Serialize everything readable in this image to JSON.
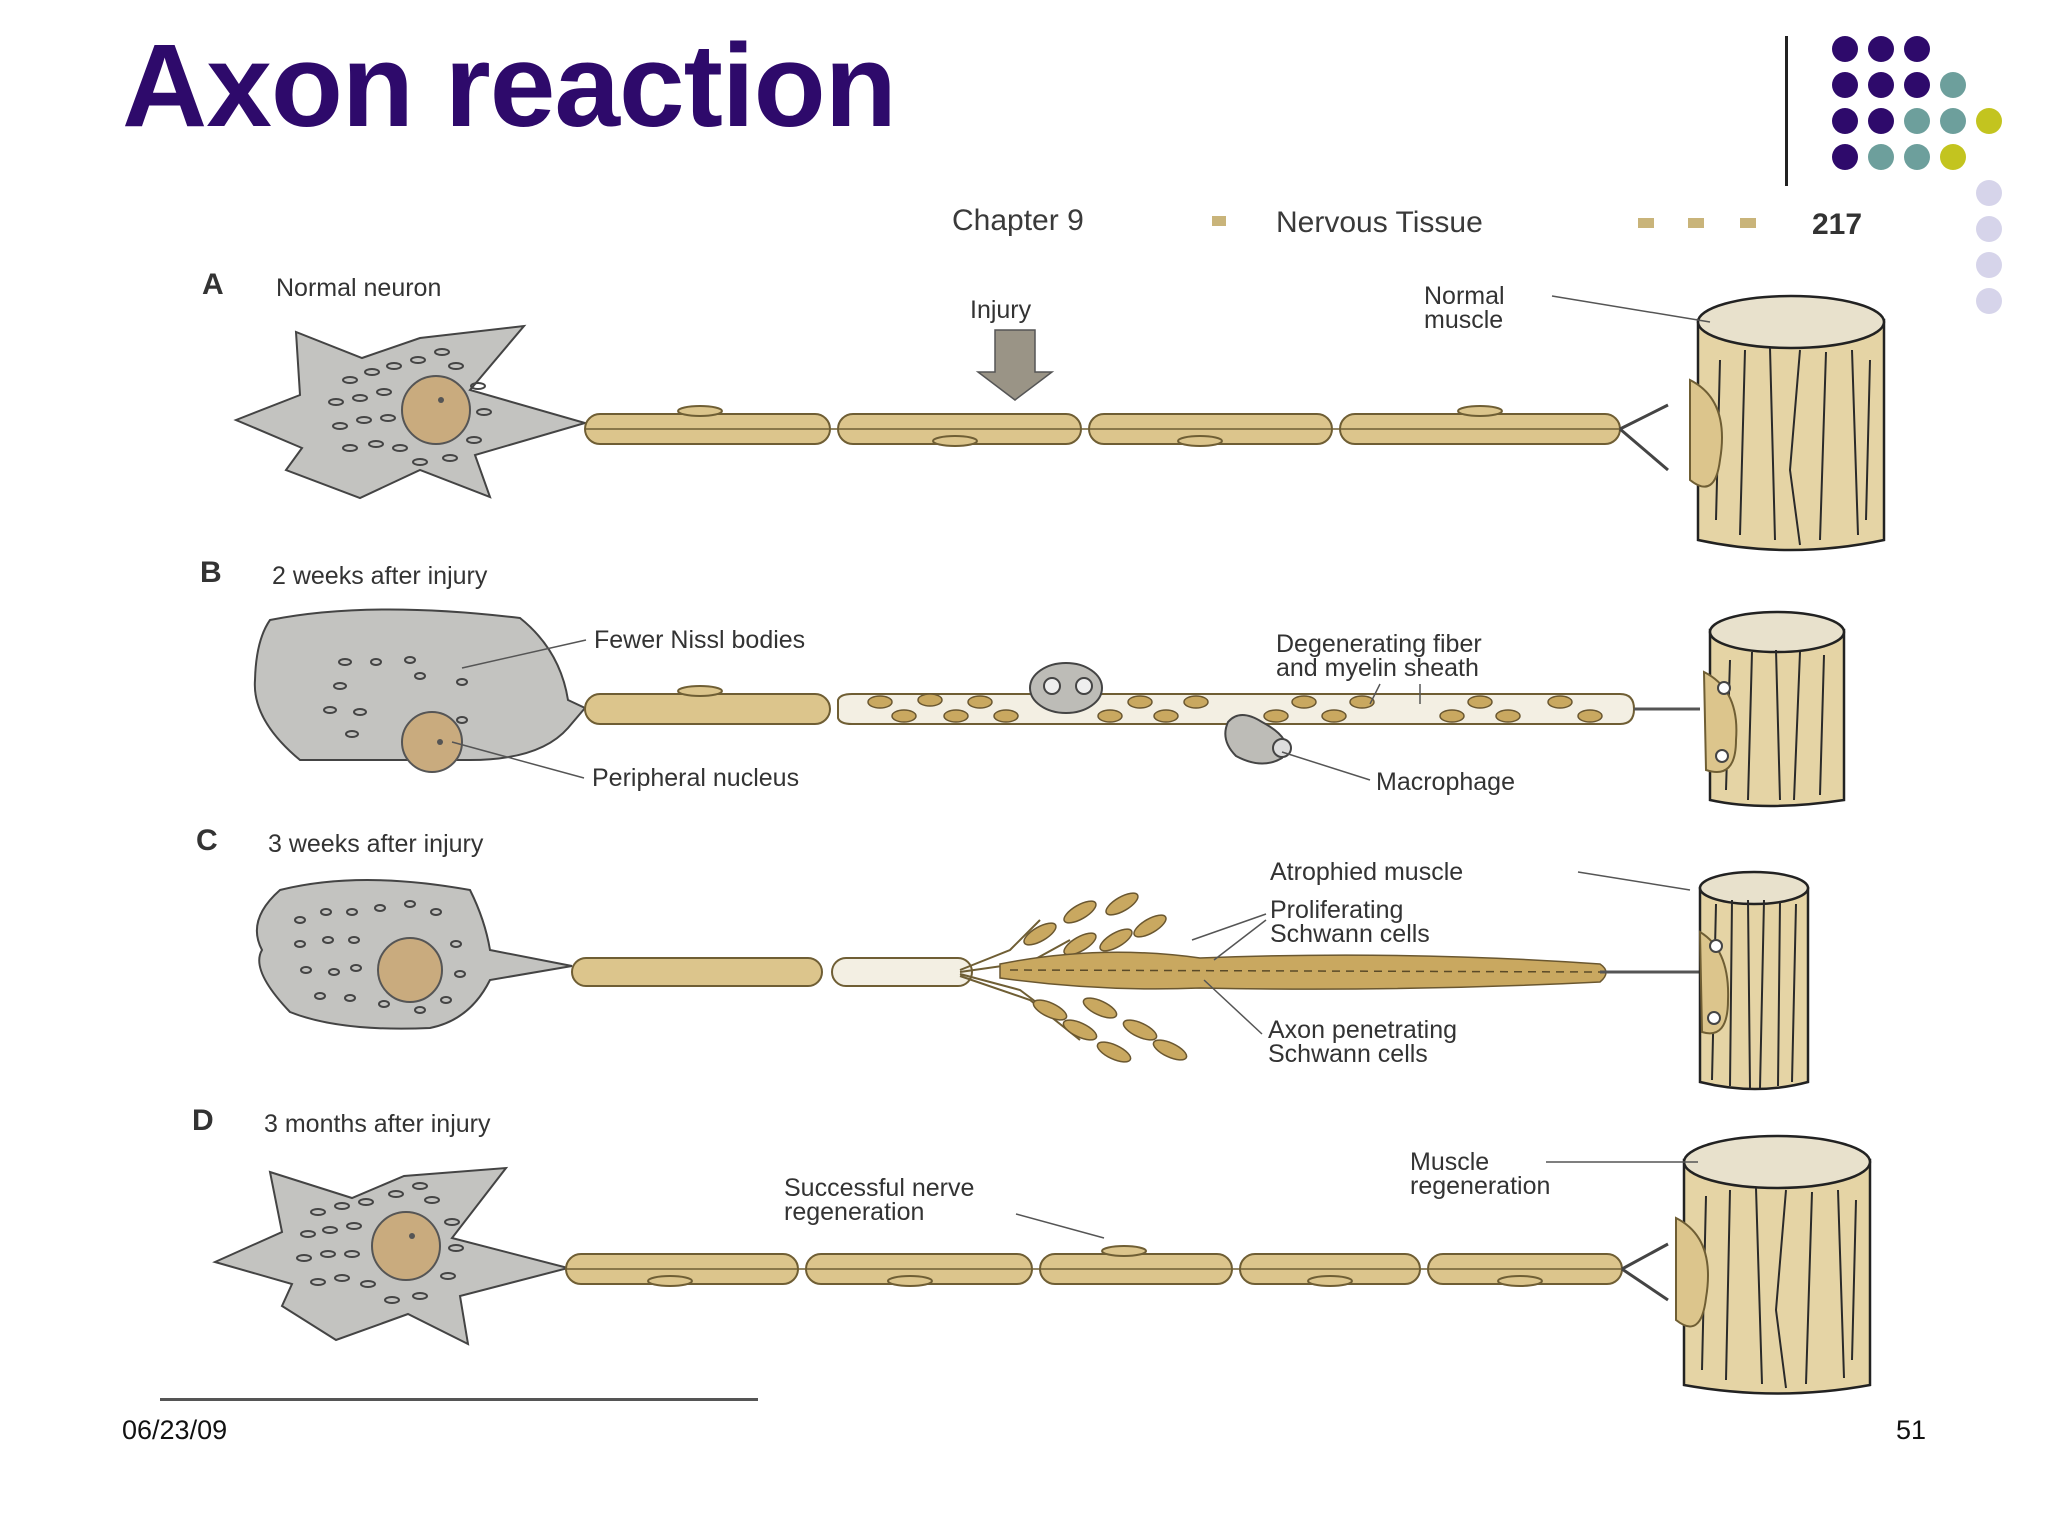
{
  "slide": {
    "title": "Axon reaction",
    "date": "06/23/09",
    "page_number": "51"
  },
  "decoration": {
    "dot_colors": [
      "#2e0a6b",
      "#6d9f9c",
      "#c3c41f",
      "#d6d4ea"
    ]
  },
  "figure": {
    "header": {
      "chapter": "Chapter 9",
      "section": "Nervous Tissue",
      "page": "217"
    },
    "panels": [
      {
        "letter": "A",
        "title": "Normal neuron"
      },
      {
        "letter": "B",
        "title": "2 weeks after injury"
      },
      {
        "letter": "C",
        "title": "3 weeks after injury"
      },
      {
        "letter": "D",
        "title": "3 months after injury"
      }
    ],
    "labels": {
      "injury": "Injury",
      "normal_muscle_1": "Normal",
      "normal_muscle_2": "muscle",
      "fewer_nissl": "Fewer Nissl bodies",
      "peripheral_nucleus": "Peripheral nucleus",
      "degenerating_1": "Degenerating fiber",
      "degenerating_2": "and myelin sheath",
      "macrophage": "Macrophage",
      "atrophied_muscle": "Atrophied muscle",
      "proliferating_1": "Proliferating",
      "proliferating_2": "Schwann cells",
      "axon_penetrating_1": "Axon penetrating",
      "axon_penetrating_2": "Schwann cells",
      "successful_1": "Successful nerve",
      "successful_2": "regeneration",
      "muscle_regen_1": "Muscle",
      "muscle_regen_2": "regeneration"
    }
  }
}
